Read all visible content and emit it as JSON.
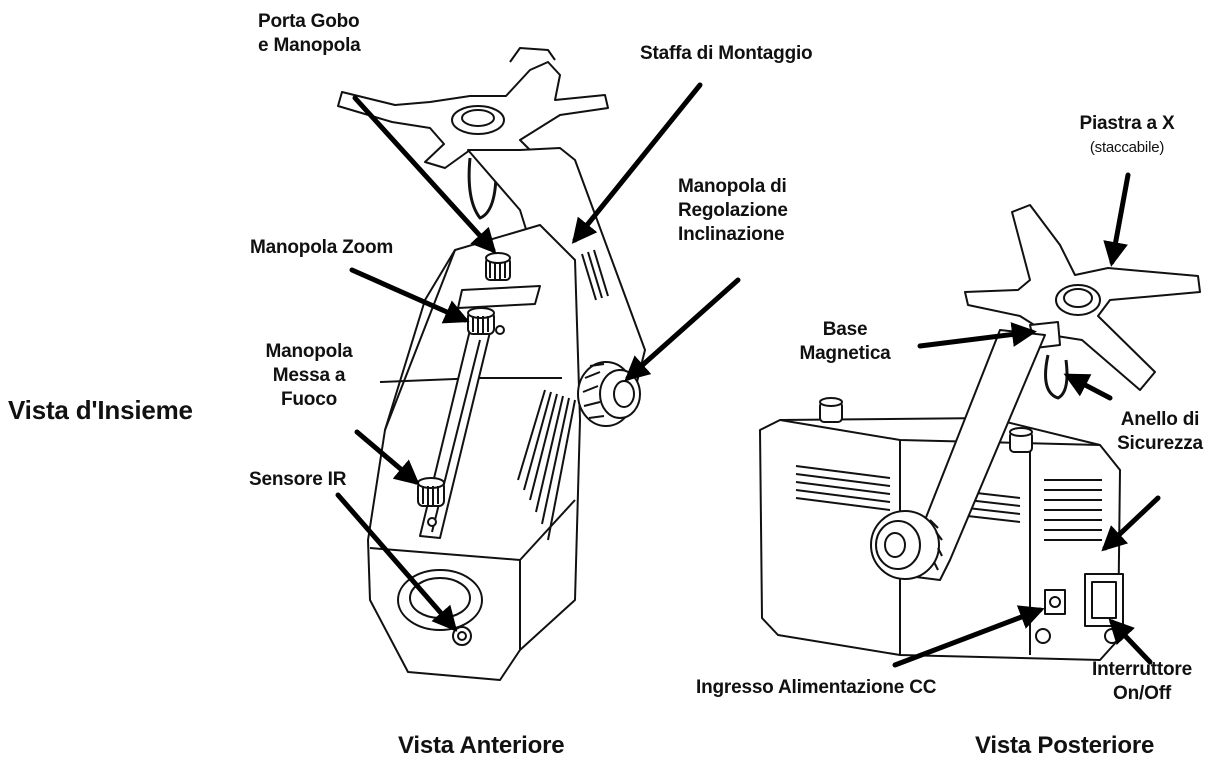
{
  "overview_title": "Vista d'Insieme",
  "front_view": {
    "caption": "Vista Anteriore",
    "labels": {
      "gobo_holder": [
        "Porta Gobo",
        "e Manopola"
      ],
      "mounting_bracket": "Staffa di Montaggio",
      "tilt_knob": [
        "Manopola di",
        "Regolazione",
        "Inclinazione"
      ],
      "zoom_knob": "Manopola Zoom",
      "focus_knob": [
        "Manopola",
        "Messa a",
        "Fuoco"
      ],
      "ir_sensor": "Sensore IR"
    }
  },
  "rear_view": {
    "caption": "Vista Posteriore",
    "labels": {
      "x_plate": "Piastra a X",
      "x_plate_note": "(staccabile)",
      "magnetic_base": [
        "Base",
        "Magnetica"
      ],
      "safety_ring": [
        "Anello di",
        "Sicurezza"
      ],
      "dc_input": "Ingresso Alimentazione CC",
      "power_switch": [
        "Interruttore",
        "On/Off"
      ]
    }
  }
}
